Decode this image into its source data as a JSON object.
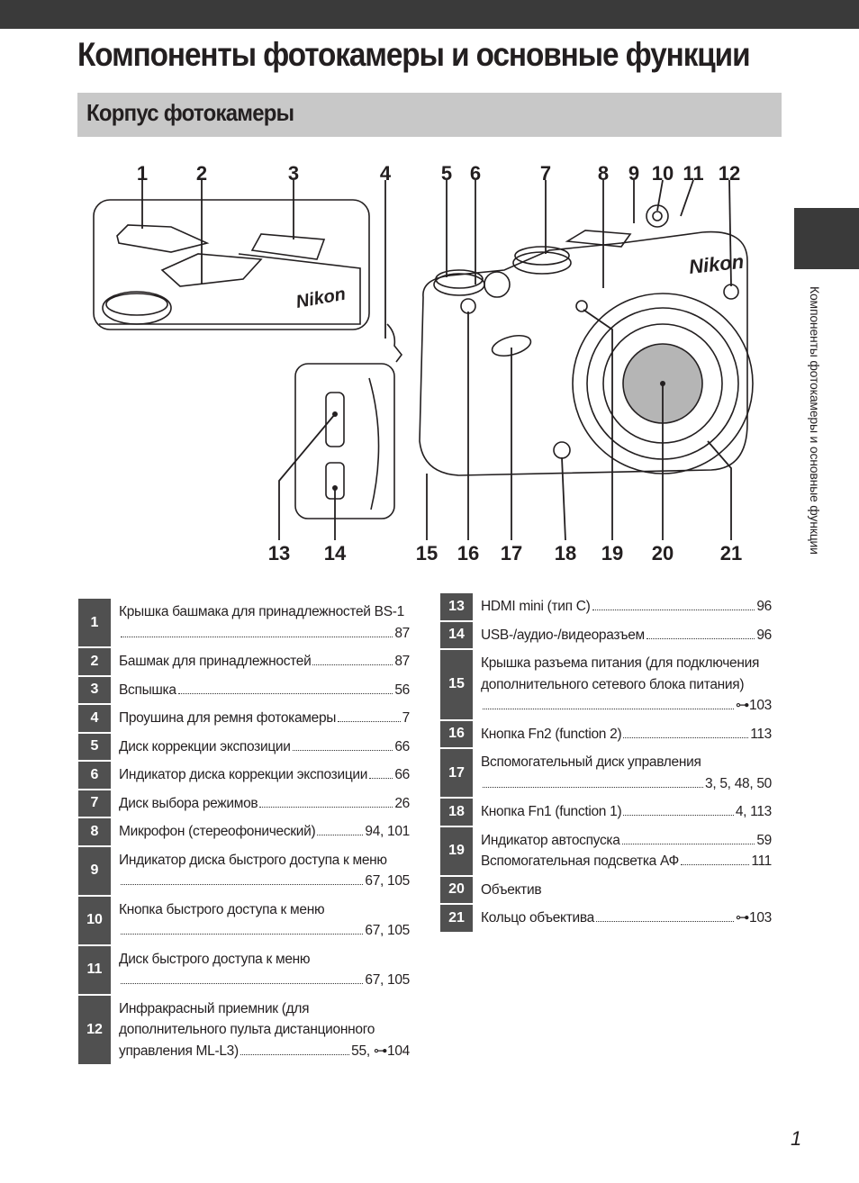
{
  "page": {
    "title": "Компоненты фотокамеры и основные функции",
    "section": "Корпус фотокамеры",
    "side_label": "Компоненты фотокамеры и основные функции",
    "page_number": "1"
  },
  "diagram": {
    "labels_top": [
      "1",
      "2",
      "3",
      "4",
      "5",
      "6",
      "7",
      "8",
      "9",
      "10",
      "11",
      "12"
    ],
    "labels_bottom": [
      "13",
      "14",
      "15",
      "16",
      "17",
      "18",
      "19",
      "20",
      "21"
    ]
  },
  "legend_left": [
    {
      "n": "1",
      "lines": [
        {
          "t": "Крышка башмака для принадлежностей BS-1"
        },
        {
          "t": "",
          "p": "87"
        }
      ]
    },
    {
      "n": "2",
      "lines": [
        {
          "t": "Башмак для принадлежностей",
          "p": "87"
        }
      ]
    },
    {
      "n": "3",
      "lines": [
        {
          "t": "Вспышка",
          "p": "56"
        }
      ]
    },
    {
      "n": "4",
      "lines": [
        {
          "t": "Проушина для ремня фотокамеры",
          "p": "7"
        }
      ]
    },
    {
      "n": "5",
      "lines": [
        {
          "t": "Диск коррекции экспозиции",
          "p": "66"
        }
      ]
    },
    {
      "n": "6",
      "lines": [
        {
          "t": "Индикатор диска коррекции экспозиции",
          "p": "66"
        }
      ]
    },
    {
      "n": "7",
      "lines": [
        {
          "t": "Диск выбора режимов",
          "p": "26"
        }
      ]
    },
    {
      "n": "8",
      "lines": [
        {
          "t": "Микрофон (стереофонический)",
          "p": "94, 101"
        }
      ]
    },
    {
      "n": "9",
      "lines": [
        {
          "t": "Индикатор диска быстрого доступа к меню"
        },
        {
          "t": "",
          "p": "67, 105"
        }
      ]
    },
    {
      "n": "10",
      "lines": [
        {
          "t": "Кнопка быстрого доступа к меню"
        },
        {
          "t": "",
          "p": "67, 105"
        }
      ]
    },
    {
      "n": "11",
      "lines": [
        {
          "t": "Диск быстрого доступа к меню"
        },
        {
          "t": "",
          "p": "67, 105"
        }
      ]
    },
    {
      "n": "12",
      "lines": [
        {
          "t": "Инфракрасный приемник (для"
        },
        {
          "t": "дополнительного пульта дистанционного"
        },
        {
          "t": "управления ML-L3)",
          "p": "55, ⊶104"
        }
      ]
    }
  ],
  "legend_right": [
    {
      "n": "13",
      "lines": [
        {
          "t": "HDMI mini (тип C)",
          "p": "96"
        }
      ]
    },
    {
      "n": "14",
      "lines": [
        {
          "t": "USB-/аудио-/видеоразъем",
          "p": "96"
        }
      ]
    },
    {
      "n": "15",
      "lines": [
        {
          "t": "Крышка разъема питания (для подключения"
        },
        {
          "t": "дополнительного сетевого блока питания)"
        },
        {
          "t": "",
          "p": "⊶103"
        }
      ]
    },
    {
      "n": "16",
      "lines": [
        {
          "t": "Кнопка Fn2 (function 2)",
          "p": "113"
        }
      ]
    },
    {
      "n": "17",
      "lines": [
        {
          "t": "Вспомогательный диск управления"
        },
        {
          "t": "",
          "p": "3, 5, 48, 50"
        }
      ]
    },
    {
      "n": "18",
      "lines": [
        {
          "t": "Кнопка Fn1 (function 1)",
          "p": "4, 113"
        }
      ]
    },
    {
      "n": "19",
      "lines": [
        {
          "t": "Индикатор автоспуска",
          "p": "59"
        },
        {
          "t": "Вспомогательная подсветка АФ",
          "p": "111"
        }
      ]
    },
    {
      "n": "20",
      "lines": [
        {
          "t": "Объектив"
        }
      ]
    },
    {
      "n": "21",
      "lines": [
        {
          "t": "Кольцо объектива",
          "p": "⊶103"
        }
      ]
    }
  ]
}
